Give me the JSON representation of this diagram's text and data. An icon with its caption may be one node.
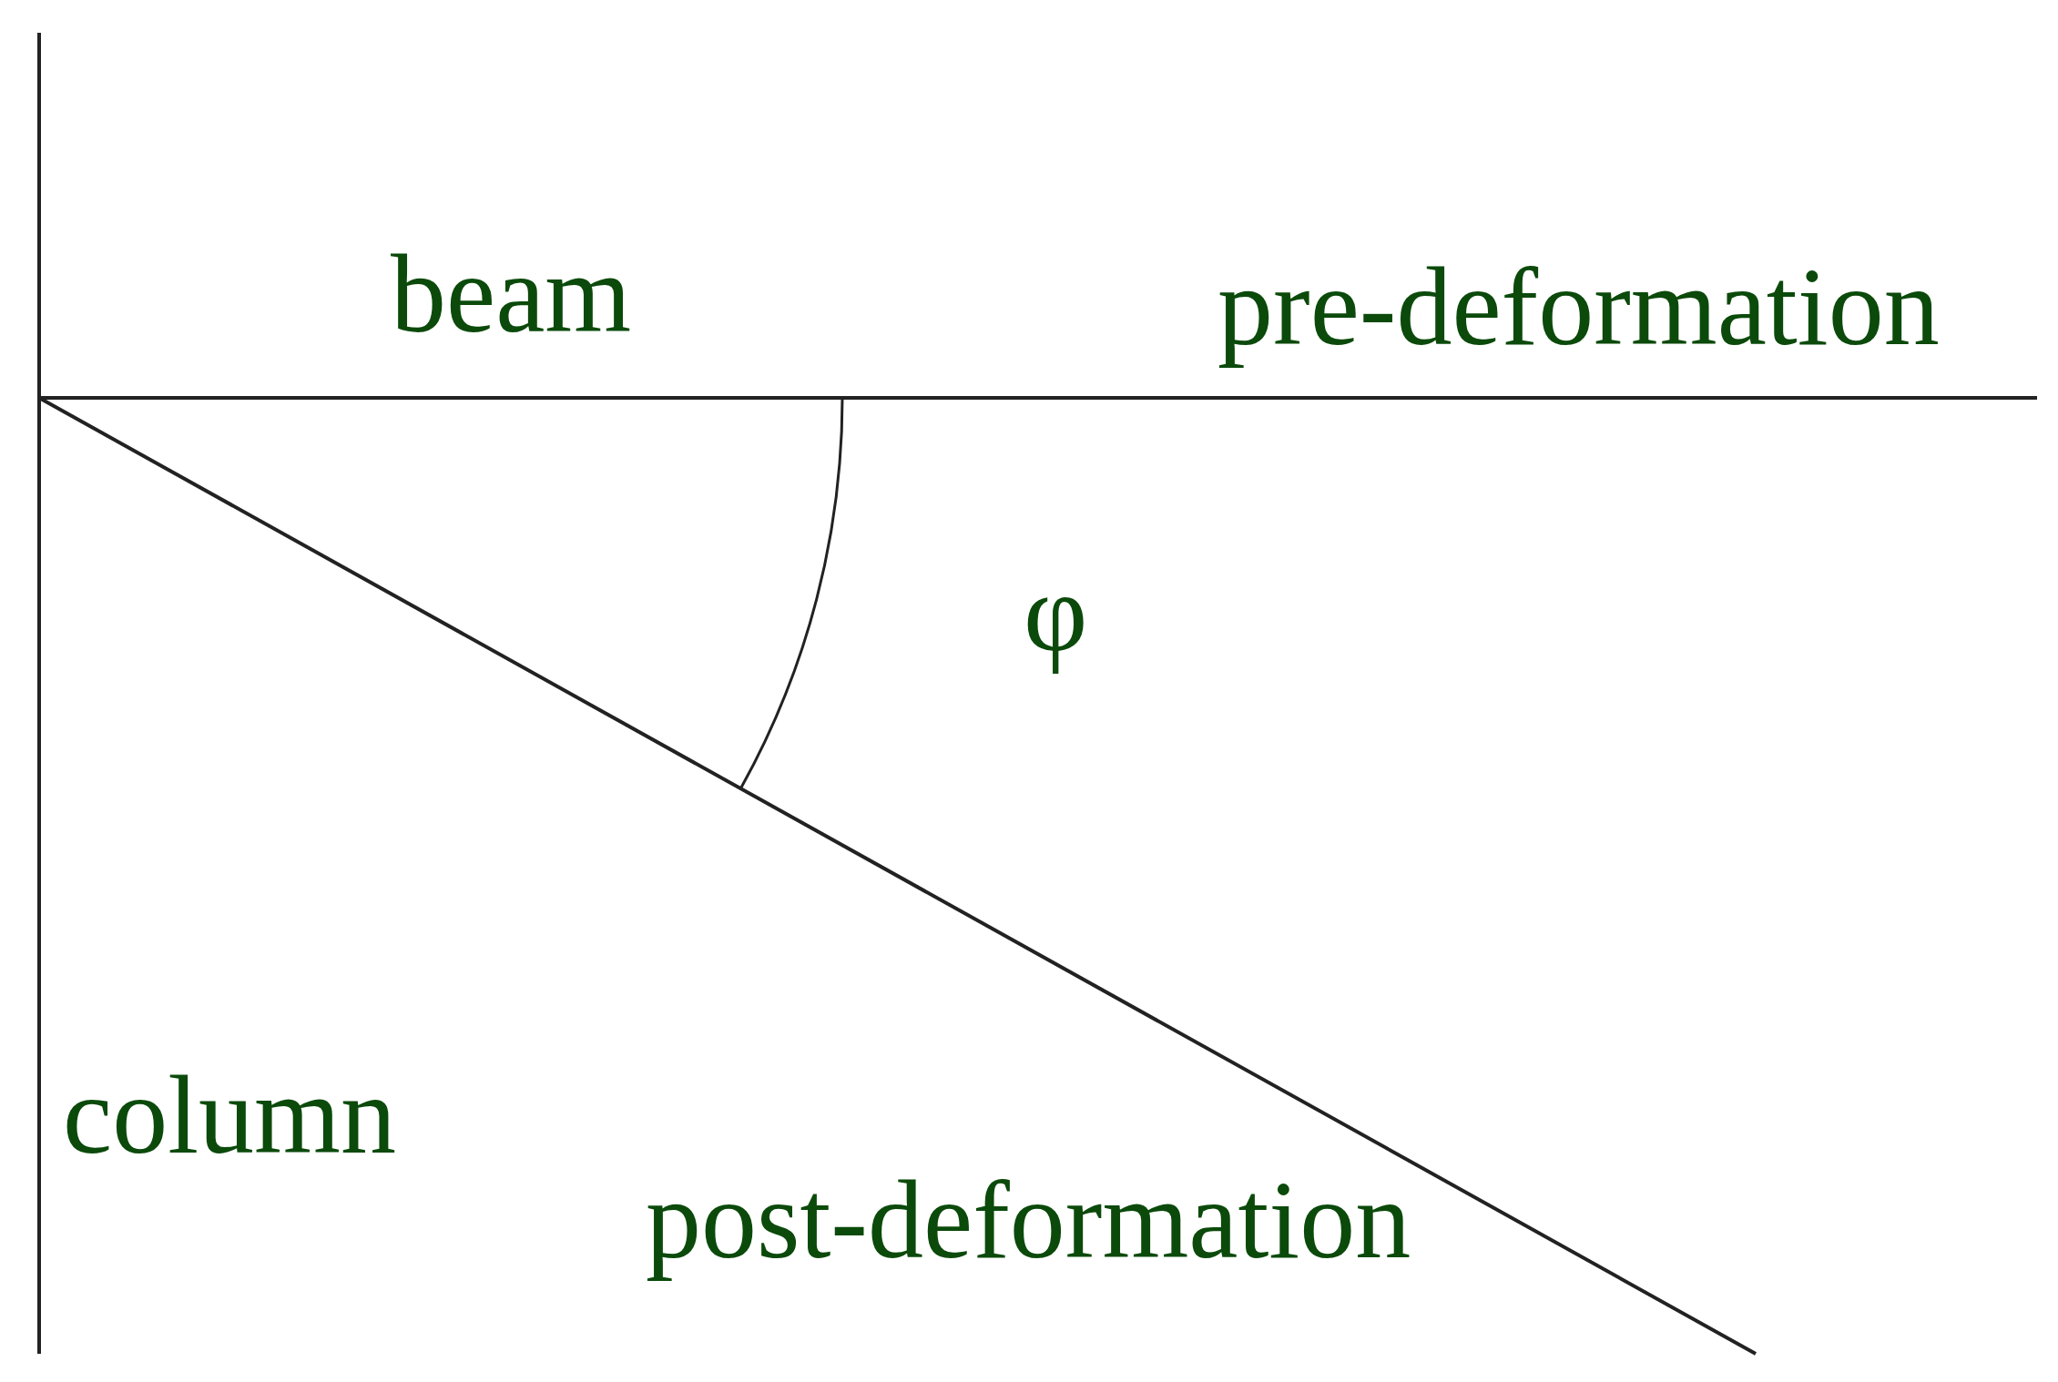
{
  "diagram": {
    "labels": [
      "beam",
      "pre-deformation",
      "φ",
      "column",
      "post-deformation"
    ]
  }
}
